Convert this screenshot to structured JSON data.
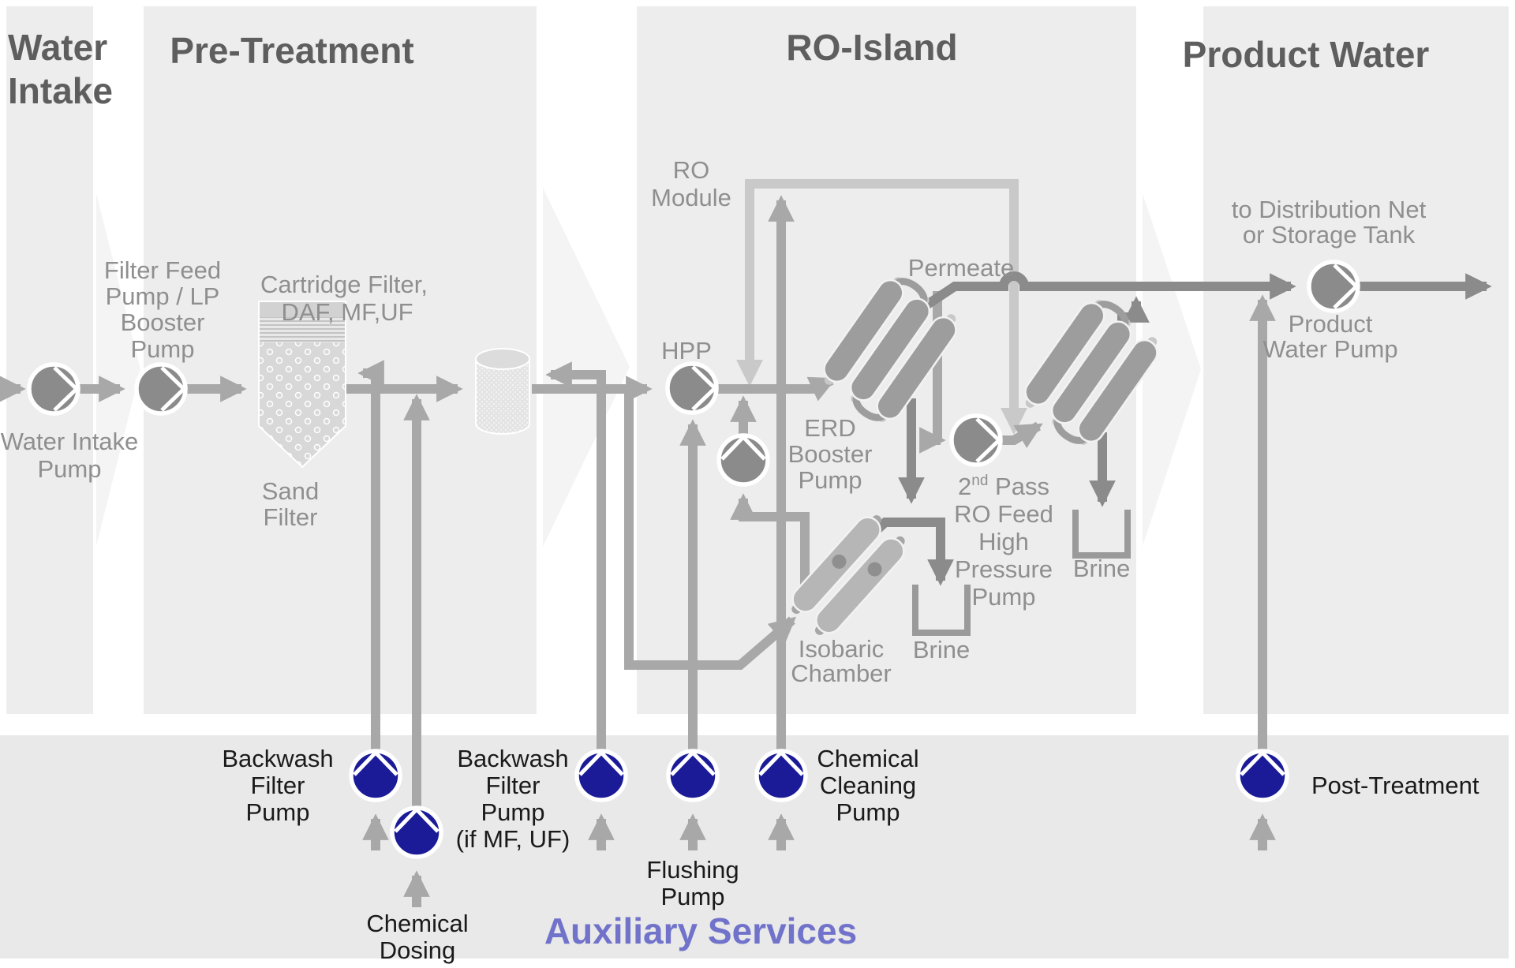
{
  "headers": {
    "water_intake_line1": "Water",
    "water_intake_line2": "Intake",
    "pre_treatment": "Pre-Treatment",
    "ro_island": "RO-Island",
    "product_water": "Product Water",
    "auxiliary_services": "Auxiliary Services"
  },
  "labels": {
    "water_intake_pump_1": "Water Intake",
    "water_intake_pump_2": "Pump",
    "filter_feed_1": "Filter Feed",
    "filter_feed_2": "Pump / LP",
    "filter_feed_3": "Booster",
    "filter_feed_4": "Pump",
    "sand_filter_1": "Sand",
    "sand_filter_2": "Filter",
    "cartridge_1": "Cartridge Filter,",
    "cartridge_2": "DAF, MF,UF",
    "hpp": "HPP",
    "ro_module_1": "RO",
    "ro_module_2": "Module",
    "permeate": "Permeate",
    "erd_1": "ERD",
    "erd_2": "Booster",
    "erd_3": "Pump",
    "isobaric_1": "Isobaric",
    "isobaric_2": "Chamber",
    "brine_first_pass": "Brine",
    "brine_second_pass": "Brine",
    "second_pass_num": "2",
    "second_pass_sup": "nd",
    "second_pass_rest": " Pass",
    "second_pass_2": "RO Feed",
    "second_pass_3": "High",
    "second_pass_4": "Pressure",
    "second_pass_5": "Pump",
    "distribution_1": "to Distribution Net",
    "distribution_2": "or Storage Tank",
    "product_pump_1": "Product",
    "product_pump_2": "Water Pump",
    "backwash1_1": "Backwash",
    "backwash1_2": "Filter",
    "backwash1_3": "Pump",
    "chem_dosing_1": "Chemical",
    "chem_dosing_2": "Dosing",
    "backwash2_1": "Backwash",
    "backwash2_2": "Filter",
    "backwash2_3": "Pump",
    "backwash2_4": "(if MF, UF)",
    "flushing_1": "Flushing",
    "flushing_2": "Pump",
    "chem_clean_1": "Chemical",
    "chem_clean_2": "Cleaning",
    "chem_clean_3": "Pump",
    "post_treatment": "Post-Treatment"
  },
  "colors": {
    "panel": "#ededed",
    "aux_band": "#e9e9e9",
    "pipe": "#a8a8a8",
    "pipe_dark": "#8b8b8b",
    "pipe_light": "#c9c9c9",
    "pump_gray": "#8b8b8b",
    "pump_navy": "#1b1b98",
    "header_text": "#5e5e5e",
    "label_text": "#8f8f8f",
    "aux_label_text": "#1a1a1a",
    "aux_title_text": "#7173cb"
  }
}
